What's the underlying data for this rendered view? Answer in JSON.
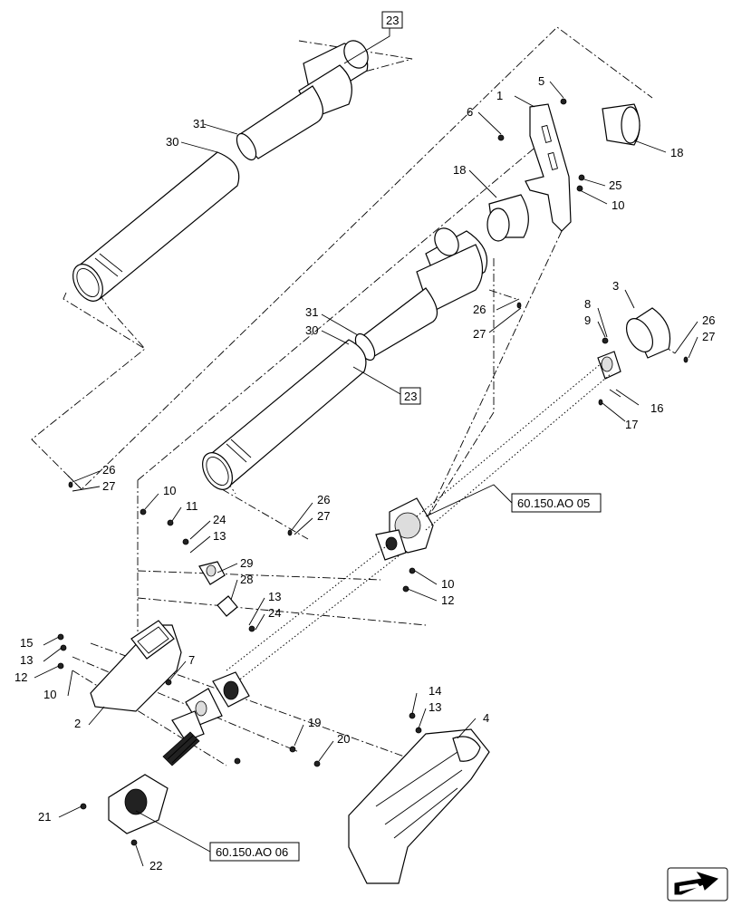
{
  "refs": {
    "box_top": "23",
    "box_mid": "23",
    "ao05": "60.150.AO 05",
    "ao06": "60.150.AO 06"
  },
  "callouts": {
    "c31a": "31",
    "c30a": "30",
    "c5": "5",
    "c1": "1",
    "c6": "6",
    "c18a": "18",
    "c18b": "18",
    "c25": "25",
    "c10a": "10",
    "c26a": "26",
    "c27a": "27",
    "c31b": "31",
    "c30b": "30",
    "c3": "3",
    "c8": "8",
    "c9": "9",
    "c26b": "26",
    "c27b": "27",
    "c16": "16",
    "c17": "17",
    "c26c": "26",
    "c27c": "27",
    "c10b": "10",
    "c11": "11",
    "c24a": "24",
    "c13a": "13",
    "c26d": "26",
    "c27d": "27",
    "c29": "29",
    "c28": "28",
    "c13b": "13",
    "c24b": "24",
    "c10c": "10",
    "c12a": "12",
    "c15": "15",
    "c13c": "13",
    "c12b": "12",
    "c10d": "10",
    "c2": "2",
    "c7": "7",
    "c14": "14",
    "c13d": "13",
    "c4": "4",
    "c19": "19",
    "c20": "20",
    "c21": "21",
    "c22": "22"
  },
  "icons": {
    "navigation": "nav-arrow-icon"
  }
}
